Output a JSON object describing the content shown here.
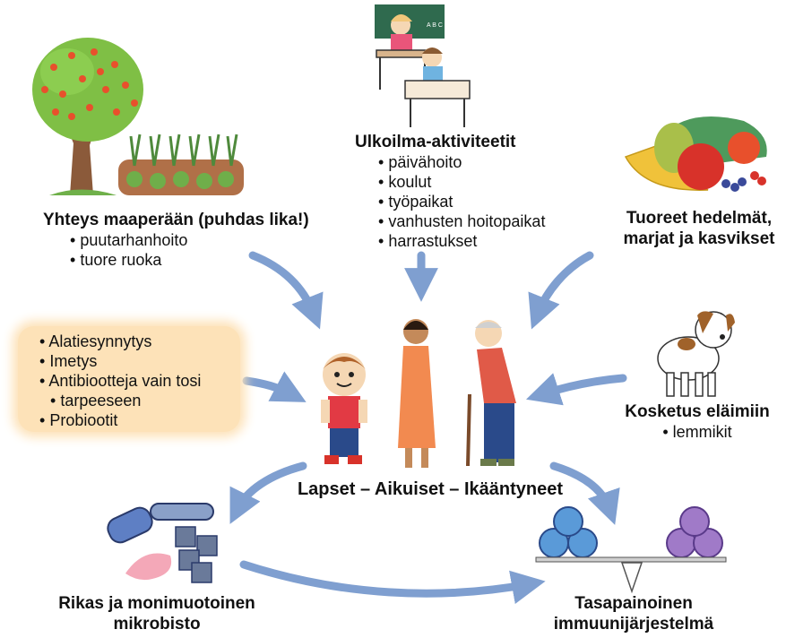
{
  "soil": {
    "title": "Yhteys maaperään (puhdas lika!)",
    "items": [
      "puutarhanhoito",
      "tuore ruoka"
    ]
  },
  "outdoor": {
    "title": "Ulkoilma-aktiviteetit",
    "items": [
      "päivähoito",
      "koulut",
      "työpaikat",
      "vanhusten hoitopaikat",
      "harrastukset"
    ]
  },
  "fresh": {
    "title_line1": "Tuoreet hedelmät,",
    "title_line2": "marjat ja kasvikset"
  },
  "tips": {
    "items": [
      "Alatiesynnytys",
      "Imetys",
      "Antibiootteja vain tosi",
      "tarpeeseen",
      "Probiootit"
    ]
  },
  "animals": {
    "title": "Kosketus eläimiin",
    "items": [
      "lemmikit"
    ]
  },
  "people": {
    "caption": "Lapset – Aikuiset – Ikääntyneet"
  },
  "microbiota": {
    "line1": "Rikas ja monimuotoinen",
    "line2": "mikrobisto"
  },
  "immune": {
    "line1": "Tasapainoinen",
    "line2": "immuunijärjestelmä"
  },
  "blackboard": {
    "text": "A B C"
  },
  "colors": {
    "arrow": "#7f9fd0",
    "tips_box": "#fde2b8"
  }
}
